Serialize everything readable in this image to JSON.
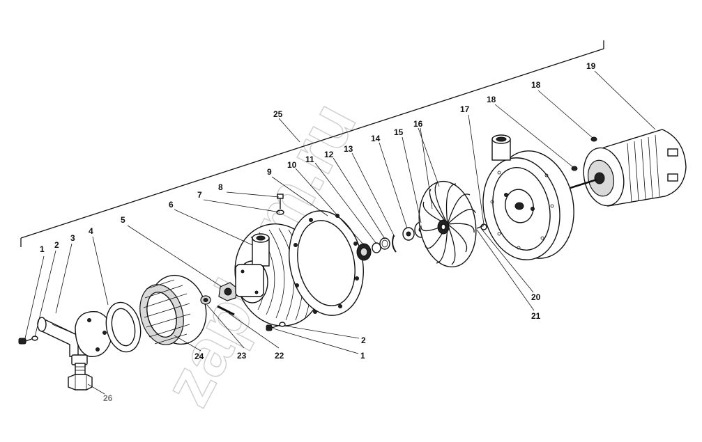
{
  "watermark": "zapkam.ru",
  "callouts": [
    "1",
    "2",
    "3",
    "4",
    "5",
    "6",
    "7",
    "8",
    "9",
    "10",
    "11",
    "12",
    "13",
    "14",
    "15",
    "16",
    "17",
    "18",
    "19",
    "20",
    "21",
    "22",
    "23",
    "24",
    "25",
    "26"
  ],
  "callout_colors": {
    "default": "#111111",
    "26": "#777777"
  }
}
